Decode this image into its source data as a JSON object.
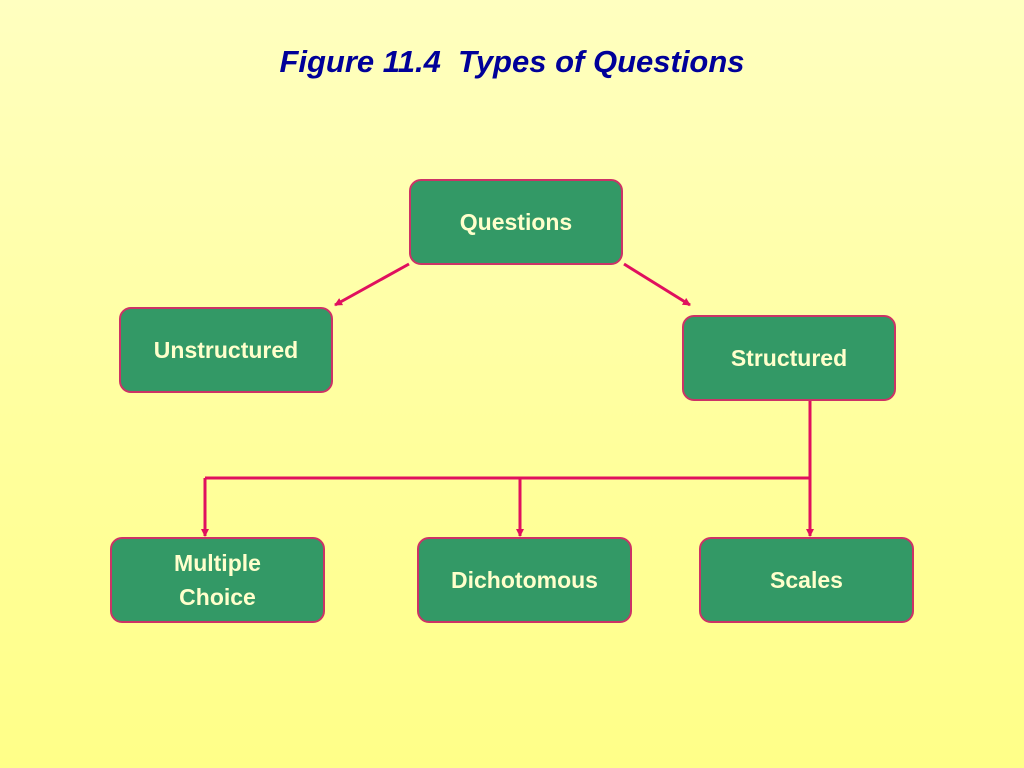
{
  "title": "Figure 11.4  Types of Questions",
  "nodes": {
    "questions": "Questions",
    "unstructured": "Unstructured",
    "structured": "Structured",
    "multiple_choice_line1": "Multiple",
    "multiple_choice_line2": "Choice",
    "dichotomous": "Dichotomous",
    "scales": "Scales"
  },
  "colors": {
    "title": "#000099",
    "node_fill": "#339966",
    "node_border": "#CC3366",
    "node_text": "#FFFFCC",
    "connector": "#E0105E"
  }
}
